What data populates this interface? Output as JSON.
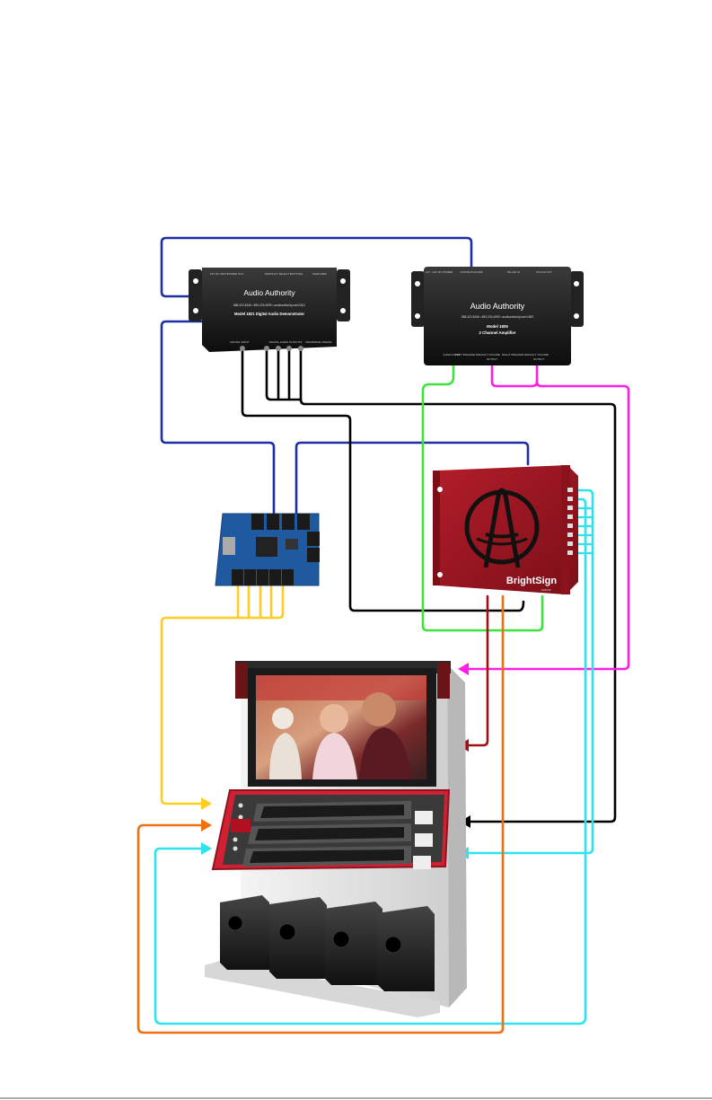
{
  "demonstrator": {
    "brand": "Audio Authority",
    "model_line": "Model 1821 Digital Audio Demonstrator",
    "contact": "888-322-8346 • 859-233-4599 • audioauthority.com/1821",
    "labels": [
      "12V DC INPUT",
      "POWER OUT",
      "PRODUCT SELECT BUTTONS",
      "FEATURES",
      "DIGITAL INPUT",
      "DIGITAL AUDIO OUTPUTS",
      "FIRMWARE UPDATE"
    ]
  },
  "amplifier": {
    "brand": "Audio Authority",
    "model_line": "Model 1805",
    "subtitle": "2 Channel Amplifier",
    "contact": "888-322-8346 • 859-233-4599 • audioauthority.com/1805",
    "labels": [
      "12V - 24V DC POWER",
      "COM BUS RS-485",
      "RS-232 IN",
      "RS-232 OUT",
      "AUDIO INPUT",
      "LEFT SPEAKER DEFAULT VOLUME",
      "OUTPUT",
      "RIGHT SPEAKER DEFAULT VOLUME",
      "OUTPUT"
    ]
  },
  "player": {
    "brand": "BrightSign",
    "model": "XD1033"
  },
  "colors": {
    "blue_wire": "#1c2fa8",
    "black_wire": "#000000",
    "green_wire": "#3ee13e",
    "magenta_wire": "#ff1ee6",
    "cyan_wire": "#2ee3ee",
    "yellow_wire": "#ffcc22",
    "orange_wire": "#f07010",
    "darkred_wire": "#a01010",
    "player_body": "#9e1622",
    "board_body": "#1f5aa0",
    "box_body": "#1a1a1a"
  }
}
